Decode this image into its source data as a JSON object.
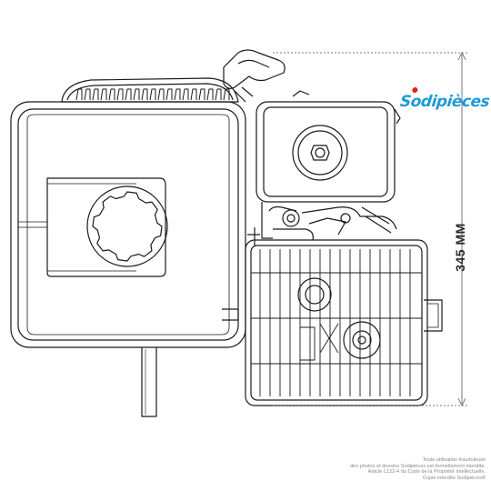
{
  "brand": {
    "name": "Sodipièces",
    "color": "#1f9ad6",
    "dot_color": "#e2231a"
  },
  "dimension": {
    "label": "345 MM"
  },
  "legal_notice": [
    "Toute utilisation frauduleuse",
    "des photos et dessins Sodipièces est formellement interdite.",
    "Article L122-4 du Code de la Propriété Intellectuelle.",
    "Copie interdite Sodipièces®"
  ],
  "colors": {
    "line": "#1a1a1a",
    "dimension_line": "#555555",
    "background": "#ffffff"
  }
}
